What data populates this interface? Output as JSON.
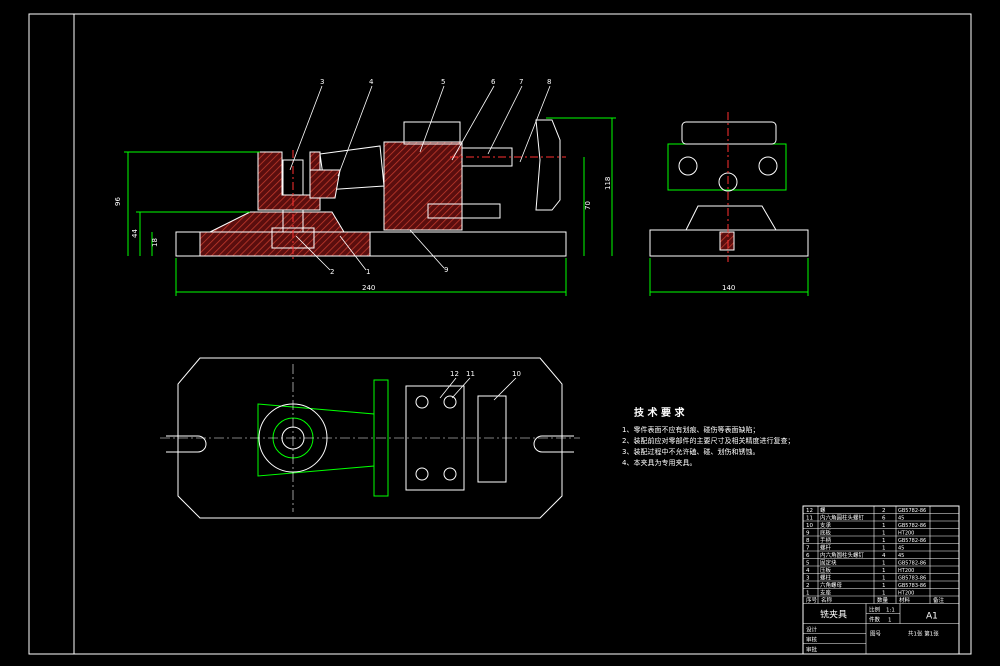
{
  "colors": {
    "background": "#000000",
    "line": "#ffffff",
    "dimension": "#00ff00",
    "hatch": "#8b1a1a",
    "center": "#ff3030"
  },
  "callouts_top": [
    "3",
    "4",
    "5",
    "6",
    "7",
    "8"
  ],
  "callouts_bottom": [
    "2",
    "1",
    "9"
  ],
  "callouts_plan": [
    "12",
    "11",
    "10"
  ],
  "dimensions": {
    "height_left_1": "96",
    "height_left_2": "44",
    "height_left_3": "18",
    "base_width": "240",
    "height_right_1": "70",
    "height_right_2": "118",
    "side_width": "140"
  },
  "tech": {
    "title": "技 术 要 求",
    "items": [
      "1、零件表面不应有划痕、碰伤等表面缺陷；",
      "2、装配前应对零部件的主要尺寸及相关精度进行复查；",
      "3、装配过程中不允许磕、碰、划伤和锈蚀。",
      "4、本夹具为专用夹具。"
    ]
  },
  "bom": {
    "rows": [
      [
        "12",
        "螺",
        "2",
        "GB5782-86"
      ],
      [
        "11",
        "内六角圆柱头螺钉",
        "6",
        "45"
      ],
      [
        "10",
        "支承",
        "1",
        "GB5782-86"
      ],
      [
        "9",
        "底板",
        "1",
        "HT200"
      ],
      [
        "8",
        "手柄",
        "1",
        "GB5782-86"
      ],
      [
        "7",
        "螺杆",
        "1",
        "45"
      ],
      [
        "6",
        "内六角圆柱头螺钉",
        "4",
        "45"
      ],
      [
        "5",
        "固定块",
        "1",
        "GB5782-86"
      ],
      [
        "4",
        "压板",
        "1",
        "HT200"
      ],
      [
        "3",
        "螺柱",
        "1",
        "GB5783-86"
      ],
      [
        "2",
        "六角螺母",
        "1",
        "GB5783-86"
      ],
      [
        "1",
        "支座",
        "1",
        "HT200"
      ]
    ],
    "header": [
      "序号",
      "名称",
      "数量",
      "材料",
      "备注"
    ],
    "title_name": "铣夹具",
    "scale_label": "比例",
    "scale_value": "1:1",
    "count_label": "件数",
    "count_value": "1",
    "size_code": "A1",
    "design_label": "设计",
    "check_label": "审核",
    "approve_label": "审批",
    "sheet_info": "共1张 第1张",
    "drawing_label": "图号"
  }
}
